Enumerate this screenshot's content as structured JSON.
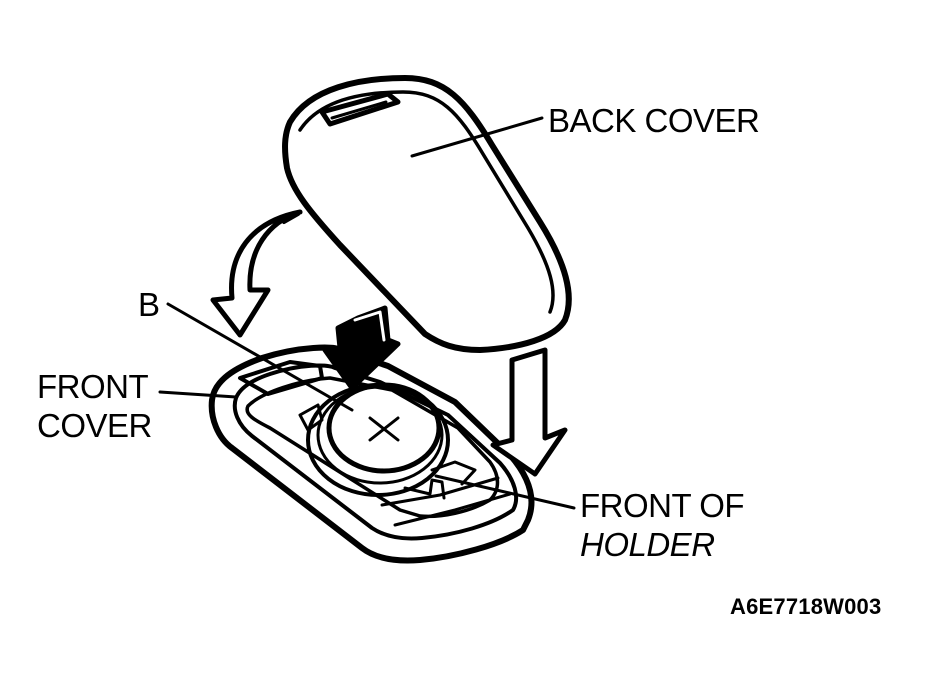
{
  "labels": {
    "back_cover": "BACK COVER",
    "b": "B",
    "front_cover_line1": "FRONT",
    "front_cover_line2": "COVER",
    "front_of_holder_line1": "FRONT OF",
    "front_of_holder_line2": "HOLDER",
    "figure_code": "A6E7718W003"
  },
  "colors": {
    "ink": "#000000",
    "paper": "#ffffff"
  }
}
